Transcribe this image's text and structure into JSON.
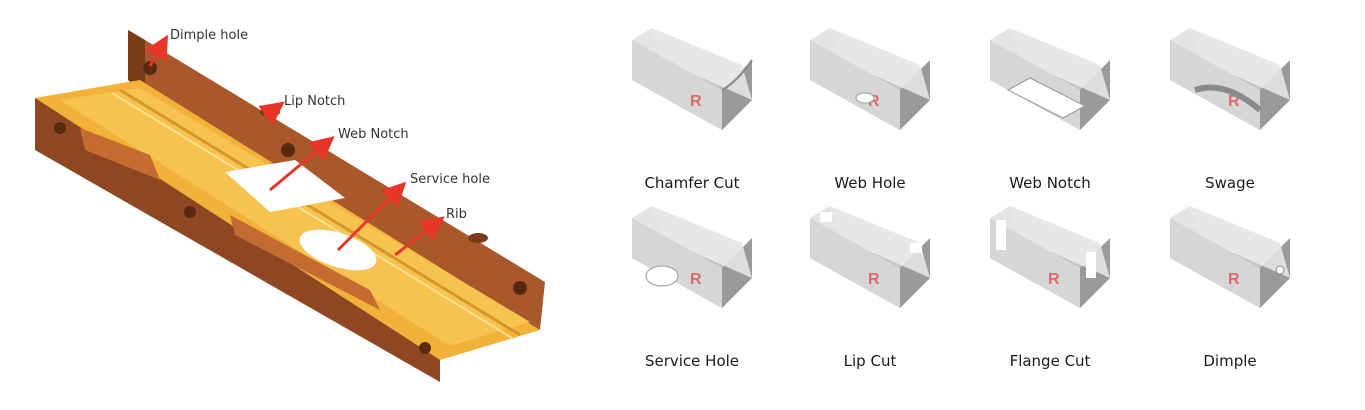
{
  "colors": {
    "flange": "#a8582a",
    "flange_dark": "#7a3c18",
    "web": "#f2b23a",
    "web_dark": "#d8962a",
    "arrow": "#e8352a",
    "steel_light": "#e4e4e4",
    "steel": "#c4c4c4",
    "steel_dark": "#9a9a9a",
    "logo": "#d9534f"
  },
  "callouts": [
    {
      "label": "Dimple hole"
    },
    {
      "label": "Lip Notch"
    },
    {
      "label": "Web Notch"
    },
    {
      "label": "Service hole"
    },
    {
      "label": "Rib"
    }
  ],
  "features": [
    {
      "label": "Chamfer Cut",
      "icon": "chamfer-cut-part-icon"
    },
    {
      "label": "Web Hole",
      "icon": "web-hole-part-icon"
    },
    {
      "label": "Web Notch",
      "icon": "web-notch-part-icon"
    },
    {
      "label": "Swage",
      "icon": "swage-part-icon"
    },
    {
      "label": "Service Hole",
      "icon": "service-hole-part-icon"
    },
    {
      "label": "Lip Cut",
      "icon": "lip-cut-part-icon"
    },
    {
      "label": "Flange Cut",
      "icon": "flange-cut-part-icon"
    },
    {
      "label": "Dimple",
      "icon": "dimple-part-icon"
    }
  ]
}
